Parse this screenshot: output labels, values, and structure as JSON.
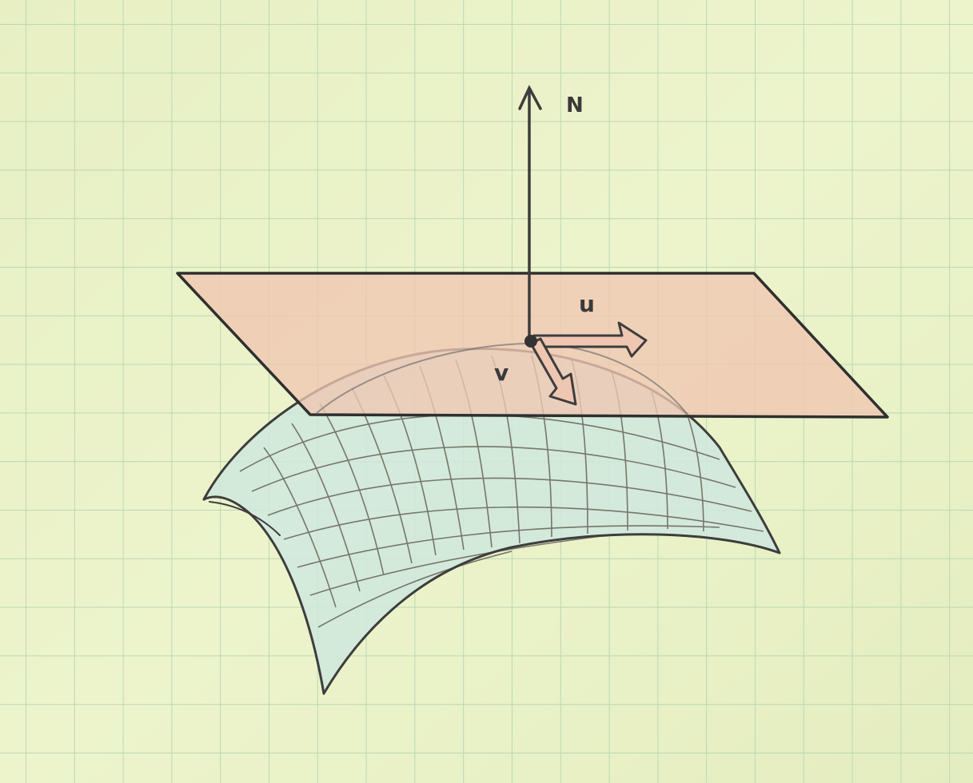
{
  "labels": {
    "normal": "N",
    "tangent_u": "u",
    "tangent_v": "v"
  },
  "colors": {
    "paper": "#eaf2c8",
    "grid": "#b9d9b4",
    "pencil": "#3d3d3d",
    "plane_fill": "#efc7b4",
    "surface_fill": "#c9e6de"
  }
}
